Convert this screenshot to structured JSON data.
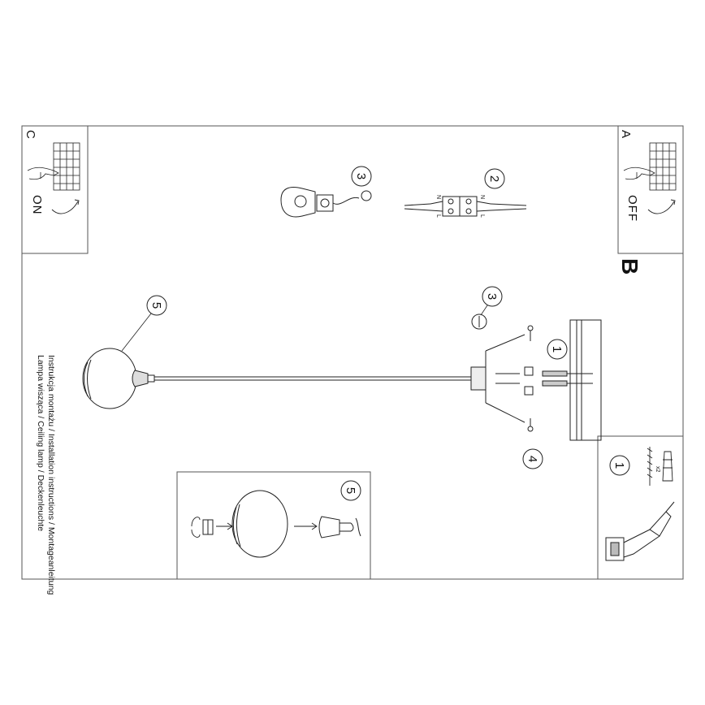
{
  "header": {
    "line1": "Instrukcja montażu / Installation instructions / Montageanleitung",
    "line2": "Lampa wisząca / Ceiling lamp / Deckenleuchte"
  },
  "panels": {
    "a": {
      "letter": "A",
      "word": "OFF"
    },
    "c": {
      "letter": "C",
      "word": "ON"
    },
    "b": {
      "letter": "B"
    }
  },
  "callouts": {
    "terminal_detail": "3",
    "connector_detail": "2",
    "bracket": "3",
    "anchors": "1",
    "screws": "4",
    "shade_main": "5",
    "shade_detail": "5",
    "drill_detail": "1"
  },
  "connector_marks": {
    "n_left": "N",
    "n_right": "N",
    "l_left": "L",
    "l_right": "L"
  },
  "drill_note": "x2",
  "colors": {
    "line": "#111111",
    "panel_border": "#555555",
    "paper": "#ffffff"
  }
}
